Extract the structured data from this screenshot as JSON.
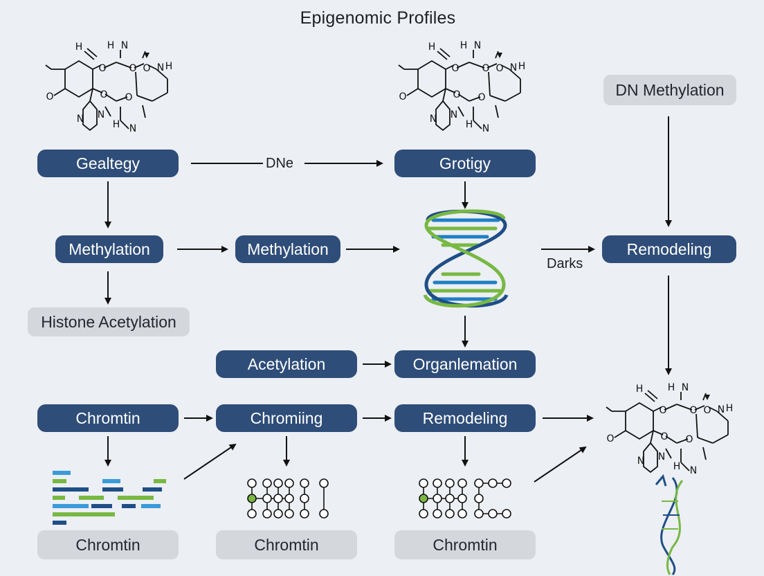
{
  "title": "Epigenomic Profiles",
  "nodes": {
    "gealtegy": "Gealtegy",
    "grotigy": "Grotigy",
    "dn_methylation": "DN Methylation",
    "methylation_left": "Methylation",
    "methylation_mid": "Methylation",
    "remodeling_right": "Remodeling",
    "histone_acetylation": "Histone Acetylation",
    "acetylation": "Acetylation",
    "organlemation": "Organlemation",
    "chromtin_blue": "Chromtin",
    "chromiing": "Chromiing",
    "remodeling_bottom": "Remodeling",
    "chromtin_grey_1": "Chromtin",
    "chromtin_grey_2": "Chromtin",
    "chromtin_grey_3": "Chromtin"
  },
  "edge_labels": {
    "dne": "DNe",
    "darks": "Darks"
  },
  "molecule_atoms": {
    "h": "H",
    "n": "N",
    "o": "O"
  },
  "colors": {
    "pill": "#2e4d78",
    "grey_box": "#d4d7dc",
    "background": "#eceff4",
    "dna_blue": "#1f7fc4",
    "dna_green": "#78b843",
    "dna_navy": "#1f4e86"
  },
  "icons": [
    "molecule-icon",
    "dna-helix-icon",
    "chromatin-bars-icon",
    "nucleosome-grid-icon",
    "arrow-icon"
  ]
}
